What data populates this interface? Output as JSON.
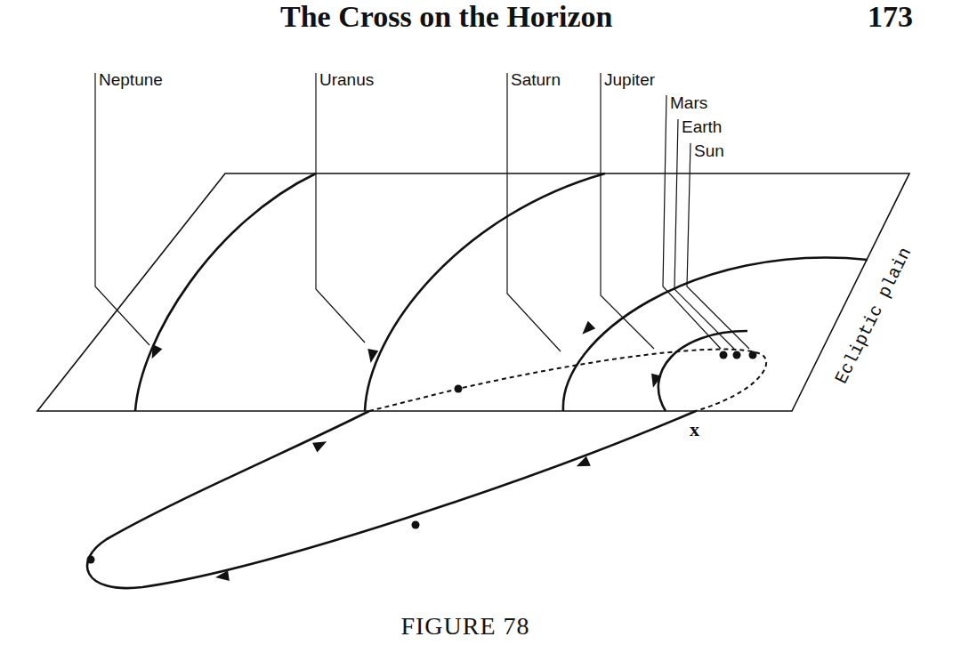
{
  "diagram": {
    "caption": "FIGURE 78",
    "labels": [
      "The Cross on the Horizon",
      "173",
      "Neptune",
      "Uranus",
      "Saturn",
      "Jupiter",
      "Mars",
      "Earth",
      "Sun",
      "Ecliptic plain",
      "x"
    ]
  }
}
